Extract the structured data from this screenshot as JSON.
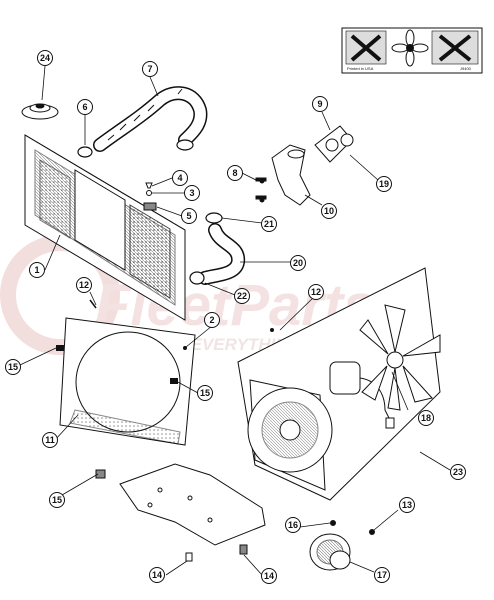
{
  "diagram": {
    "callouts": [
      "24",
      "7",
      "6",
      "4",
      "3",
      "5",
      "8",
      "9",
      "19",
      "10",
      "21",
      "1",
      "20",
      "22",
      "12",
      "12",
      "2",
      "15",
      "15",
      "11",
      "18",
      "23",
      "15",
      "16",
      "13",
      "17",
      "14",
      "14"
    ]
  },
  "watermark": {
    "brand": "FleetParts",
    "tagline": "FOR EVERYTHING THAT MOVES"
  },
  "inset": {
    "caption_left": "Printed in USA",
    "caption_right": "J9400"
  },
  "colors": {
    "line": "#111111",
    "watermark": "#f2d6d6"
  }
}
